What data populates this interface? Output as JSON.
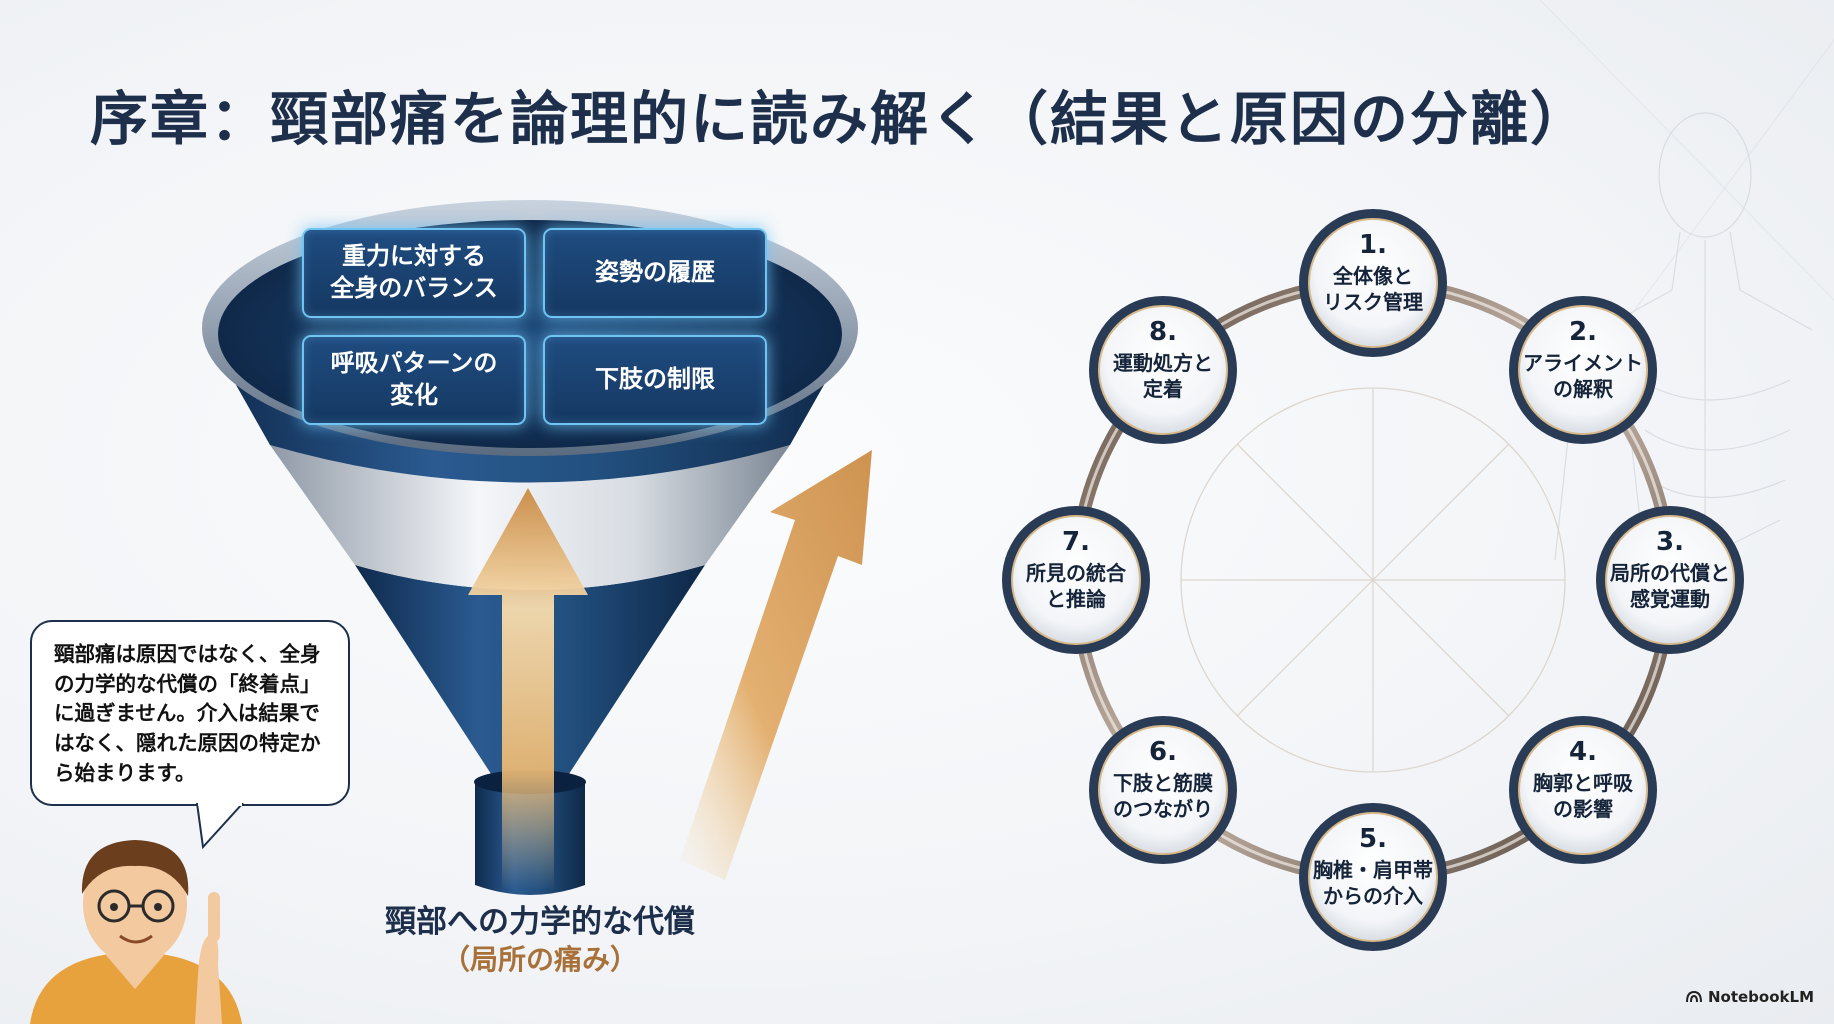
{
  "title": "序章：頸部痛を論理的に読み解く（結果と原因の分離）",
  "funnel": {
    "boxes": [
      {
        "text": "重力に対する\n全身のバランス"
      },
      {
        "text": "姿勢の履歴"
      },
      {
        "text": "呼吸パターンの\n変化"
      },
      {
        "text": "下肢の制限"
      }
    ],
    "caption_main": "頸部への力学的な代償",
    "caption_sub": "（局所の痛み）"
  },
  "speech_bubble": {
    "text": "頸部痛は原因ではなく、全身の力学的な代償の「終着点」に過ぎません。介入は結果ではなく、隠れた原因の特定から始まります。"
  },
  "cycle": {
    "nodes": [
      {
        "num": "1.",
        "text": "全体像と\nリスク管理"
      },
      {
        "num": "2.",
        "text": "アライメント\nの解釈"
      },
      {
        "num": "3.",
        "text": "局所の代償と\n感覚運動"
      },
      {
        "num": "4.",
        "text": "胸郭と呼吸\nの影響"
      },
      {
        "num": "5.",
        "text": "胸椎・肩甲帯\nからの介入"
      },
      {
        "num": "6.",
        "text": "下肢と筋膜\nのつながり"
      },
      {
        "num": "7.",
        "text": "所見の統合\nと推論"
      },
      {
        "num": "8.",
        "text": "運動処方と\n定着"
      }
    ]
  },
  "brand": "NotebookLM",
  "colors": {
    "navy": "#1d2f4a",
    "funnel_blue": "#1f4c80",
    "box_glow": "#6fc4f2",
    "gold": "#d9a25a",
    "ring": "#4a3c35"
  }
}
